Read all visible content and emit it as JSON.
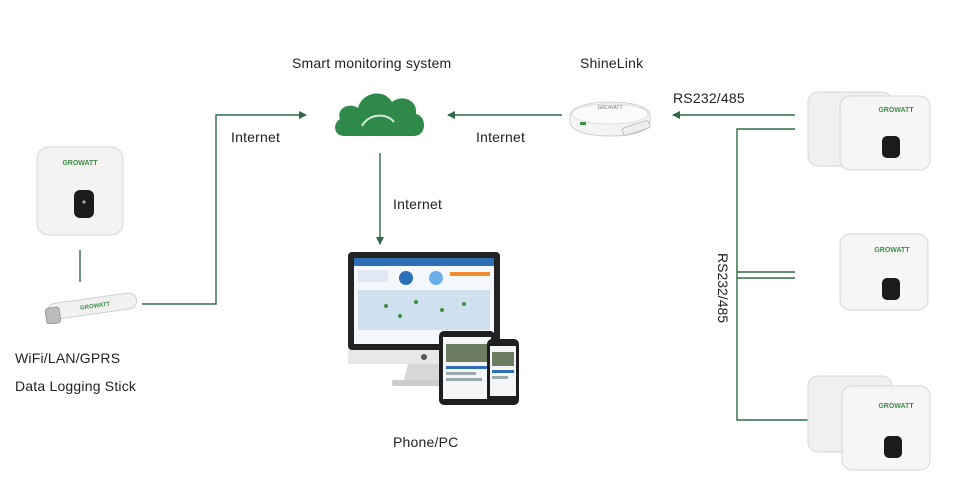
{
  "labels": {
    "smart_monitoring": "Smart monitoring system",
    "shinelink": "ShineLink",
    "internet_left": "Internet",
    "internet_right": "Internet",
    "internet_down": "Internet",
    "rs_top": "RS232/485",
    "rs_vertical": "RS232/485",
    "stick_line1": "WiFi/LAN/GPRS",
    "stick_line2": "Data Logging Stick",
    "phone_pc": "Phone/PC"
  },
  "brand": {
    "logo_text": "GROWATT",
    "stick_text": "GROWATT"
  },
  "colors": {
    "line": "#2e6b45",
    "cloud": "#2f8a4a",
    "device_body": "#f2f2f2",
    "screen": "#1b1b1b"
  },
  "icons": [
    "inverter-icon",
    "logging-stick-icon",
    "cloud-icon",
    "shinelink-icon",
    "imac-icon",
    "tablet-icon",
    "phone-icon"
  ]
}
